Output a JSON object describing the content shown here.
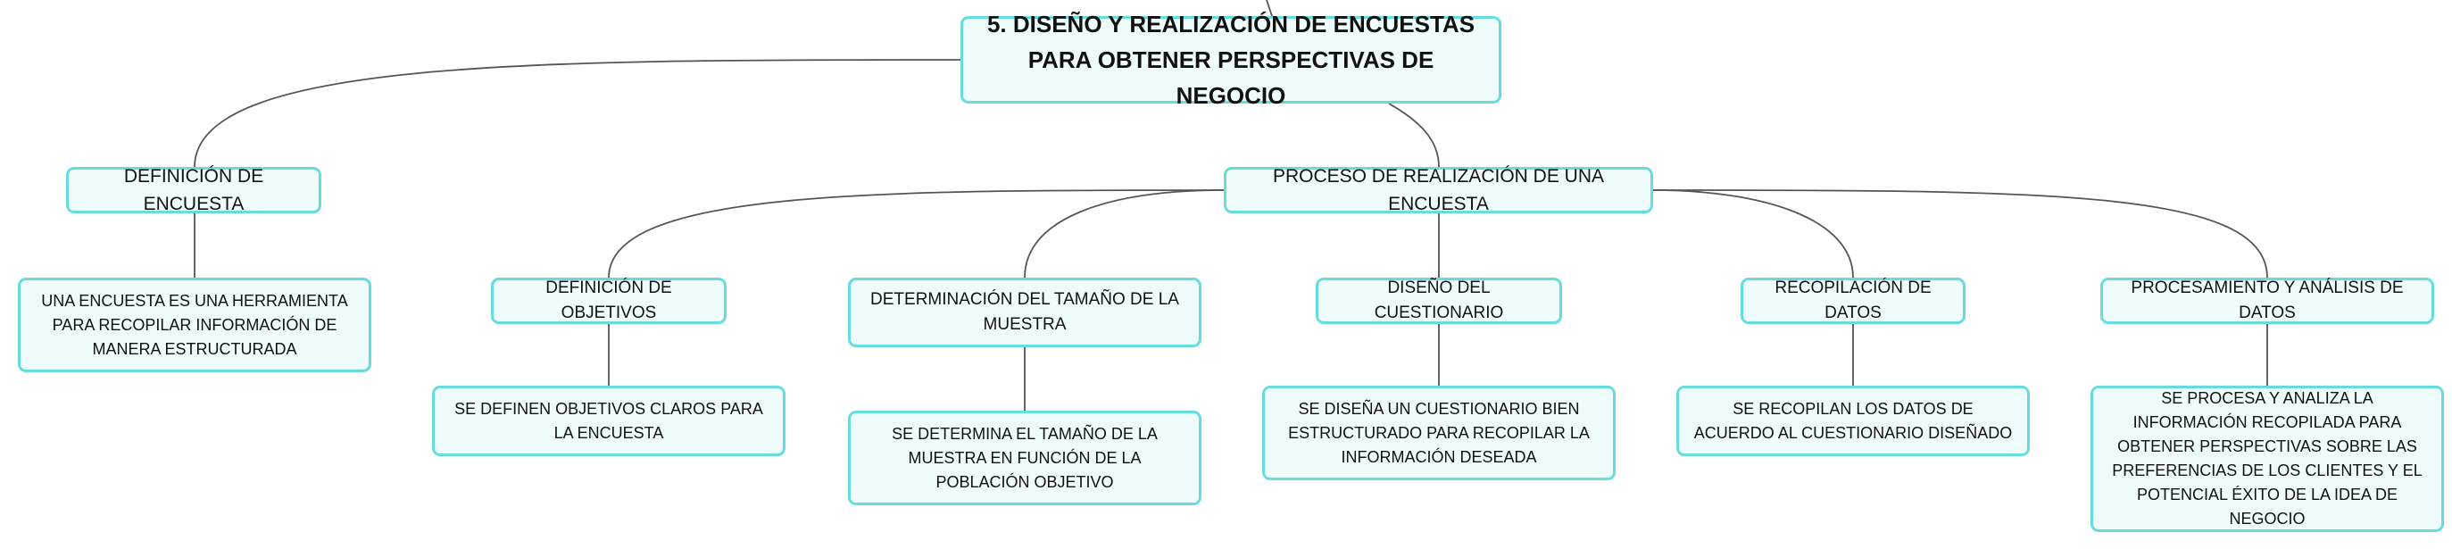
{
  "diagram": {
    "root": {
      "id": "root",
      "text": "5. DISEÑO Y REALIZACIÓN DE ENCUESTAS PARA OBTENER PERSPECTIVAS DE NEGOCIO"
    },
    "nodes": [
      {
        "id": "definicion-encuesta",
        "parent": "root",
        "text": "DEFINICIÓN DE ENCUESTA"
      },
      {
        "id": "definicion-encuesta-detalle",
        "parent": "definicion-encuesta",
        "text": "UNA ENCUESTA ES UNA HERRAMIENTA PARA RECOPILAR INFORMACIÓN DE MANERA ESTRUCTURADA"
      },
      {
        "id": "proceso",
        "parent": "root",
        "text": "PROCESO DE REALIZACIÓN DE UNA ENCUESTA"
      },
      {
        "id": "objetivos",
        "parent": "proceso",
        "text": "DEFINICIÓN DE OBJETIVOS"
      },
      {
        "id": "objetivos-detalle",
        "parent": "objetivos",
        "text": "SE DEFINEN OBJETIVOS CLAROS PARA LA ENCUESTA"
      },
      {
        "id": "muestra",
        "parent": "proceso",
        "text": "DETERMINACIÓN DEL TAMAÑO DE LA MUESTRA"
      },
      {
        "id": "muestra-detalle",
        "parent": "muestra",
        "text": "SE DETERMINA EL TAMAÑO DE LA MUESTRA EN FUNCIÓN DE LA POBLACIÓN OBJETIVO"
      },
      {
        "id": "cuestionario",
        "parent": "proceso",
        "text": "DISEÑO DEL CUESTIONARIO"
      },
      {
        "id": "cuestionario-detalle",
        "parent": "cuestionario",
        "text": "SE DISEÑA UN CUESTIONARIO BIEN ESTRUCTURADO PARA RECOPILAR LA INFORMACIÓN DESEADA"
      },
      {
        "id": "recopilacion",
        "parent": "proceso",
        "text": "RECOPILACIÓN DE DATOS"
      },
      {
        "id": "recopilacion-detalle",
        "parent": "recopilacion",
        "text": "SE RECOPILAN LOS DATOS DE ACUERDO AL CUESTIONARIO DISEÑADO"
      },
      {
        "id": "procesamiento",
        "parent": "proceso",
        "text": "PROCESAMIENTO Y ANÁLISIS DE DATOS"
      },
      {
        "id": "procesamiento-detalle",
        "parent": "procesamiento",
        "text": "SE PROCESA Y ANALIZA LA INFORMACIÓN RECOPILADA PARA OBTENER PERSPECTIVAS SOBRE LAS PREFERENCIAS DE LOS CLIENTES Y EL POTENCIAL ÉXITO DE LA IDEA DE NEGOCIO"
      }
    ]
  },
  "colors": {
    "node_fill": "#eefcfc",
    "node_border": "#67dcdc",
    "connector": "#555555",
    "text": "#111111"
  }
}
